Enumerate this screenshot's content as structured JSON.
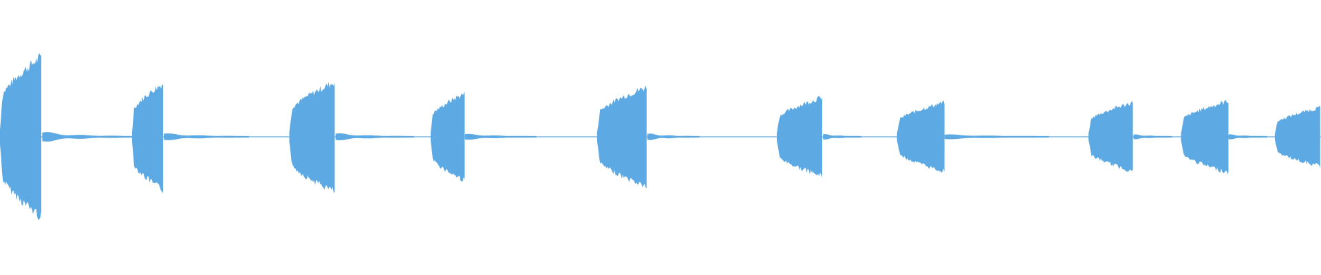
{
  "waveform": {
    "color": "#5DA9E3",
    "bursts": [
      {
        "start": 0.0,
        "end": 0.032,
        "peak": 0.63,
        "tail": 0.07
      },
      {
        "start": 0.1,
        "end": 0.124,
        "peak": 0.42,
        "tail": 0.065
      },
      {
        "start": 0.219,
        "end": 0.254,
        "peak": 0.43,
        "tail": 0.06
      },
      {
        "start": 0.326,
        "end": 0.352,
        "peak": 0.34,
        "tail": 0.055
      },
      {
        "start": 0.452,
        "end": 0.49,
        "peak": 0.39,
        "tail": 0.04
      },
      {
        "start": 0.588,
        "end": 0.623,
        "peak": 0.31,
        "tail": 0.03
      },
      {
        "start": 0.679,
        "end": 0.715,
        "peak": 0.27,
        "tail": 0.08
      },
      {
        "start": 0.824,
        "end": 0.858,
        "peak": 0.27,
        "tail": 0.03
      },
      {
        "start": 0.894,
        "end": 0.93,
        "peak": 0.28,
        "tail": 0.03
      },
      {
        "start": 0.965,
        "end": 1.0,
        "peak": 0.23,
        "tail": 0.0
      }
    ]
  }
}
